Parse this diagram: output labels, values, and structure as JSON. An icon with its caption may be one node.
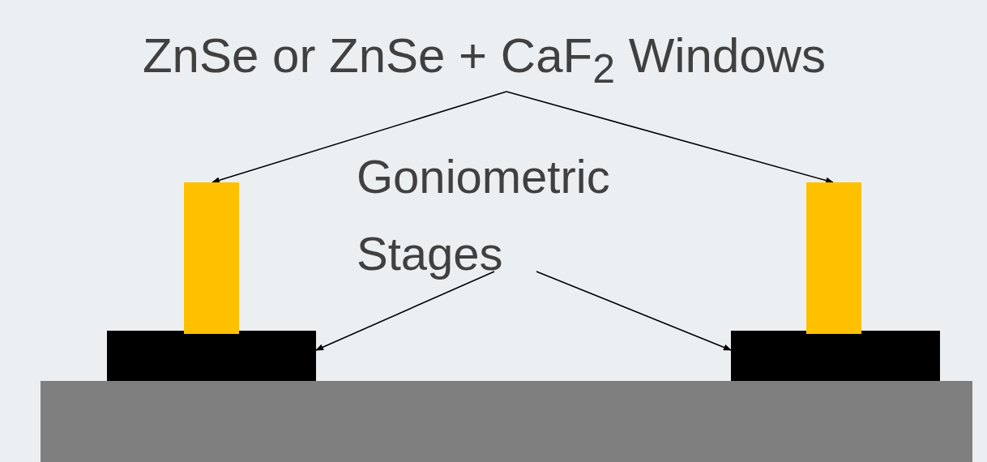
{
  "diagram": {
    "nodes": [
      {
        "text": [
          "ZnSe or ZnSe + CaF$_{2}$ Windows"
        ]
      },
      {
        "text": [
          "Goniometric Stages"
        ]
      },
      {
        "text": [],
        "shape": "bar"
      },
      {
        "text": [],
        "shape": "bar"
      },
      {
        "text": [],
        "shape": "box"
      },
      {
        "text": [],
        "shape": "box"
      },
      {
        "text": [],
        "shape": "box"
      }
    ],
    "edges": [
      {
        "from": 0,
        "to": 2,
        "arrow": "to"
      },
      {
        "from": 0,
        "to": 3,
        "arrow": "to"
      },
      {
        "from": 1,
        "to": 4,
        "arrow": "to"
      },
      {
        "from": 1,
        "to": 5,
        "arrow": "to"
      }
    ]
  }
}
